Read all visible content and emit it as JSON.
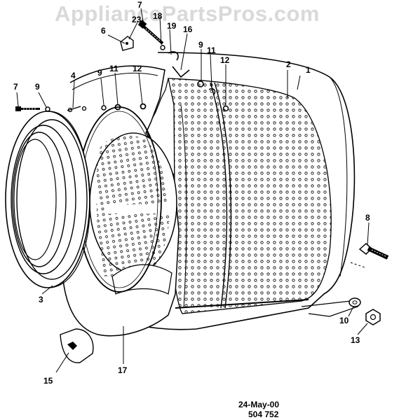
{
  "watermark": "AppliancePartsPros.com",
  "callouts": [
    "1",
    "2",
    "3",
    "4",
    "6",
    "7",
    "7",
    "8",
    "9",
    "9",
    "9",
    "10",
    "11",
    "11",
    "12",
    "12",
    "13",
    "15",
    "16",
    "17",
    "18",
    "19",
    "23"
  ],
  "footer": {
    "date": "24-May-00",
    "code": "504 752"
  }
}
